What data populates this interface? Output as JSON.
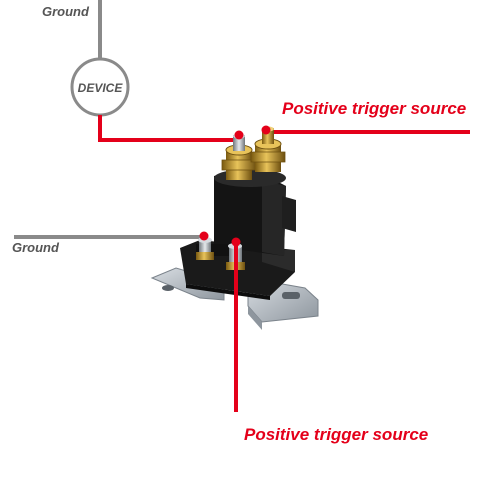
{
  "labels": {
    "ground_top": "Ground",
    "ground_left": "Ground",
    "device": "DEVICE",
    "positive_top": "Positive trigger source",
    "positive_bottom": "Positive trigger source"
  },
  "colors": {
    "ground_wire": "#8a8a8a",
    "positive_wire": "#e4001a",
    "label_red": "#e4001a",
    "label_gray": "#555555",
    "solenoid_body": "#1a1a1a",
    "brass": "#c9a033",
    "bracket": "#b4bcc4"
  }
}
